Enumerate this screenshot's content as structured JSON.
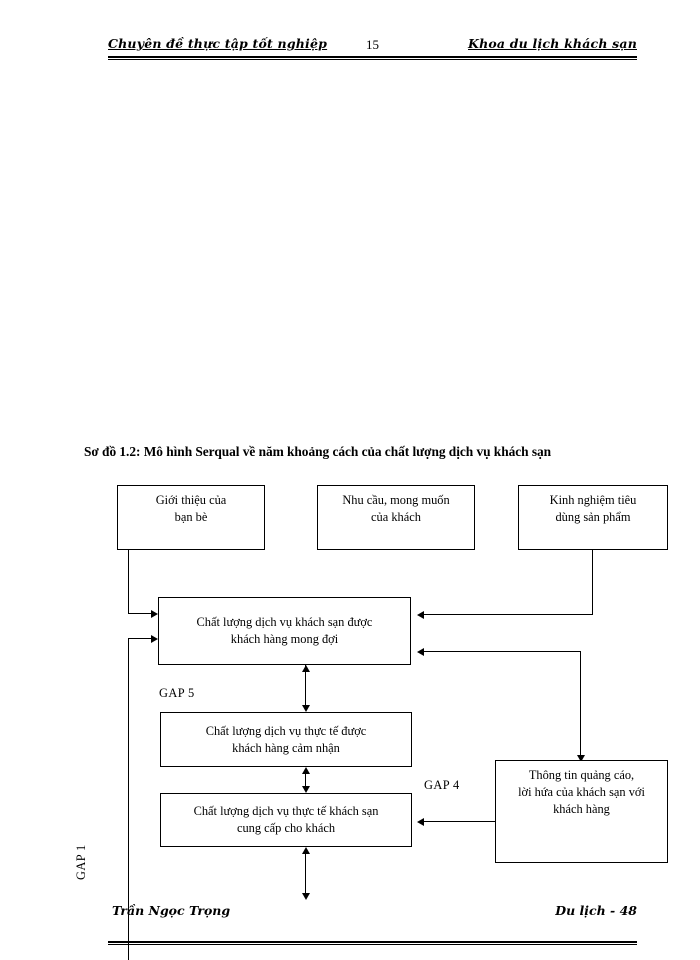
{
  "header": {
    "left_text": "Chuyên đề thực tập tốt nghiệp",
    "page_number": "15",
    "right_text": "Khoa du lịch khách sạn"
  },
  "caption": "Sơ đồ 1.2: Mô hình Serqual về năm khoảng cách của chất lượng dịch vụ khách sạn",
  "diagram": {
    "boxes": {
      "referral": "Giới thiệu của\nbạn bè",
      "needs": "Nhu cầu, mong muốn\ncủa khách",
      "experience": "Kinh nghiệm tiêu\ndùng sản phẩm",
      "expected_quality": "Chất lượng dịch vụ khách sạn được\nkhách hàng mong đợi",
      "perceived_quality": "Chất lượng dịch vụ thực tế được\nkhách hàng cảm nhận",
      "delivered_quality": "Chất lượng dịch vụ thực tế khách sạn\ncung cấp cho khách",
      "promotion_info": "Thông tin quảng cáo,\nlời hứa của khách sạn với\nkhách hàng"
    },
    "gaps": {
      "gap5": "GAP 5",
      "gap4": "GAP 4",
      "gap1": "GAP 1"
    }
  },
  "footer": {
    "left_text": "Trần Ngọc Trọng",
    "right_text": "Du lịch - 48"
  }
}
